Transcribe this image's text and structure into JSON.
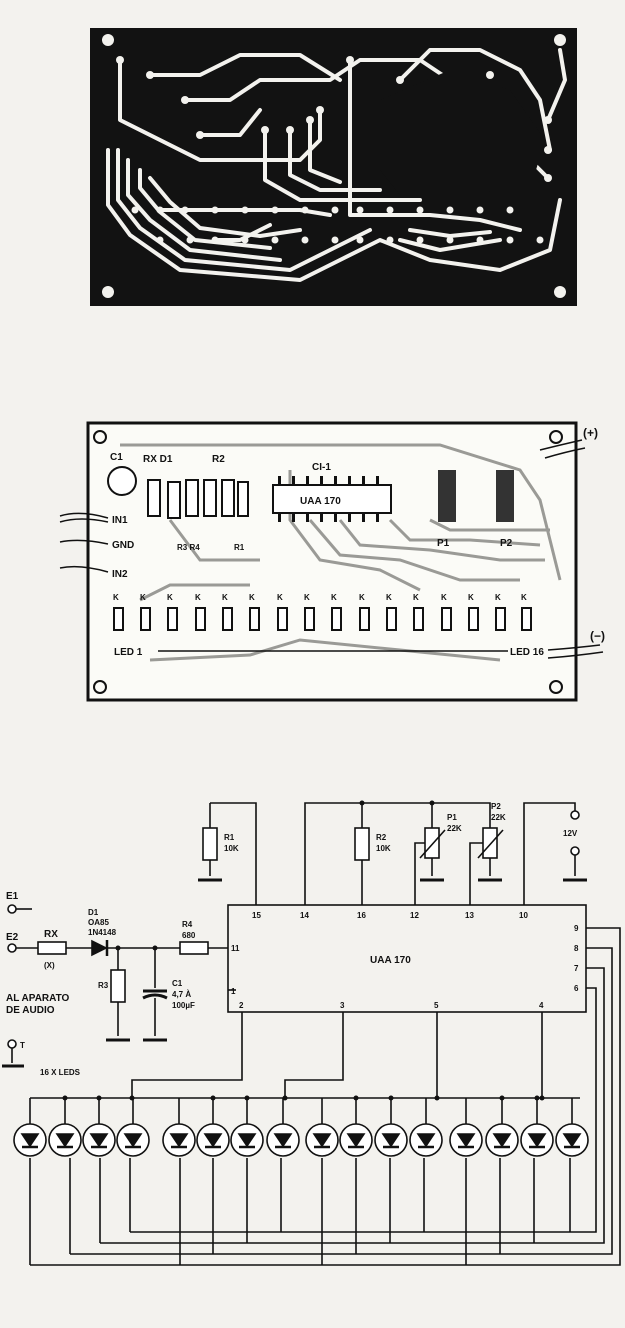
{
  "pcb_component": {
    "labels": {
      "c1": "C1",
      "rx_d1": "RX D1",
      "r2": "R2",
      "ci1": "CI-1",
      "ic": "UAA 170",
      "in1": "IN1",
      "gnd": "GND",
      "in2": "IN2",
      "r3r4": "R3 R4",
      "r1": "R1",
      "p1": "P1",
      "p2": "P2",
      "plus": "(+)",
      "minus": "(−)",
      "led1": "LED 1",
      "led16": "LED 16",
      "k": "K"
    }
  },
  "schematic": {
    "e1": "E1",
    "e2": "E2",
    "rx": "RX",
    "rx_val": "(X)",
    "d1": "D1",
    "d1_val1": "OA85",
    "d1_val2": "1N4148",
    "r4": "R4",
    "r4_val": "680",
    "r3": "R3",
    "c1": "C1",
    "c1_val1": "4,7 À",
    "c1_val2": "100µF",
    "r1": "R1",
    "r1_val": "10K",
    "r2": "R2",
    "r2_val": "10K",
    "p1": "P1",
    "p1_val": "22K",
    "p2": "P2",
    "p2_val": "22K",
    "supply": "12V",
    "ic": "UAA 170",
    "audio1": "AL APARATO",
    "audio2": "DE AUDIO",
    "ground": "T",
    "leds": "16 X LEDS",
    "pins": {
      "p15": "15",
      "p14": "14",
      "p16": "16",
      "p12": "12",
      "p13": "13",
      "p10": "10",
      "p11": "11",
      "p1": "1",
      "p2": "2",
      "p3": "3",
      "p5": "5",
      "p4": "4",
      "p9": "9",
      "p8": "8",
      "p7": "7",
      "p6": "6"
    }
  }
}
